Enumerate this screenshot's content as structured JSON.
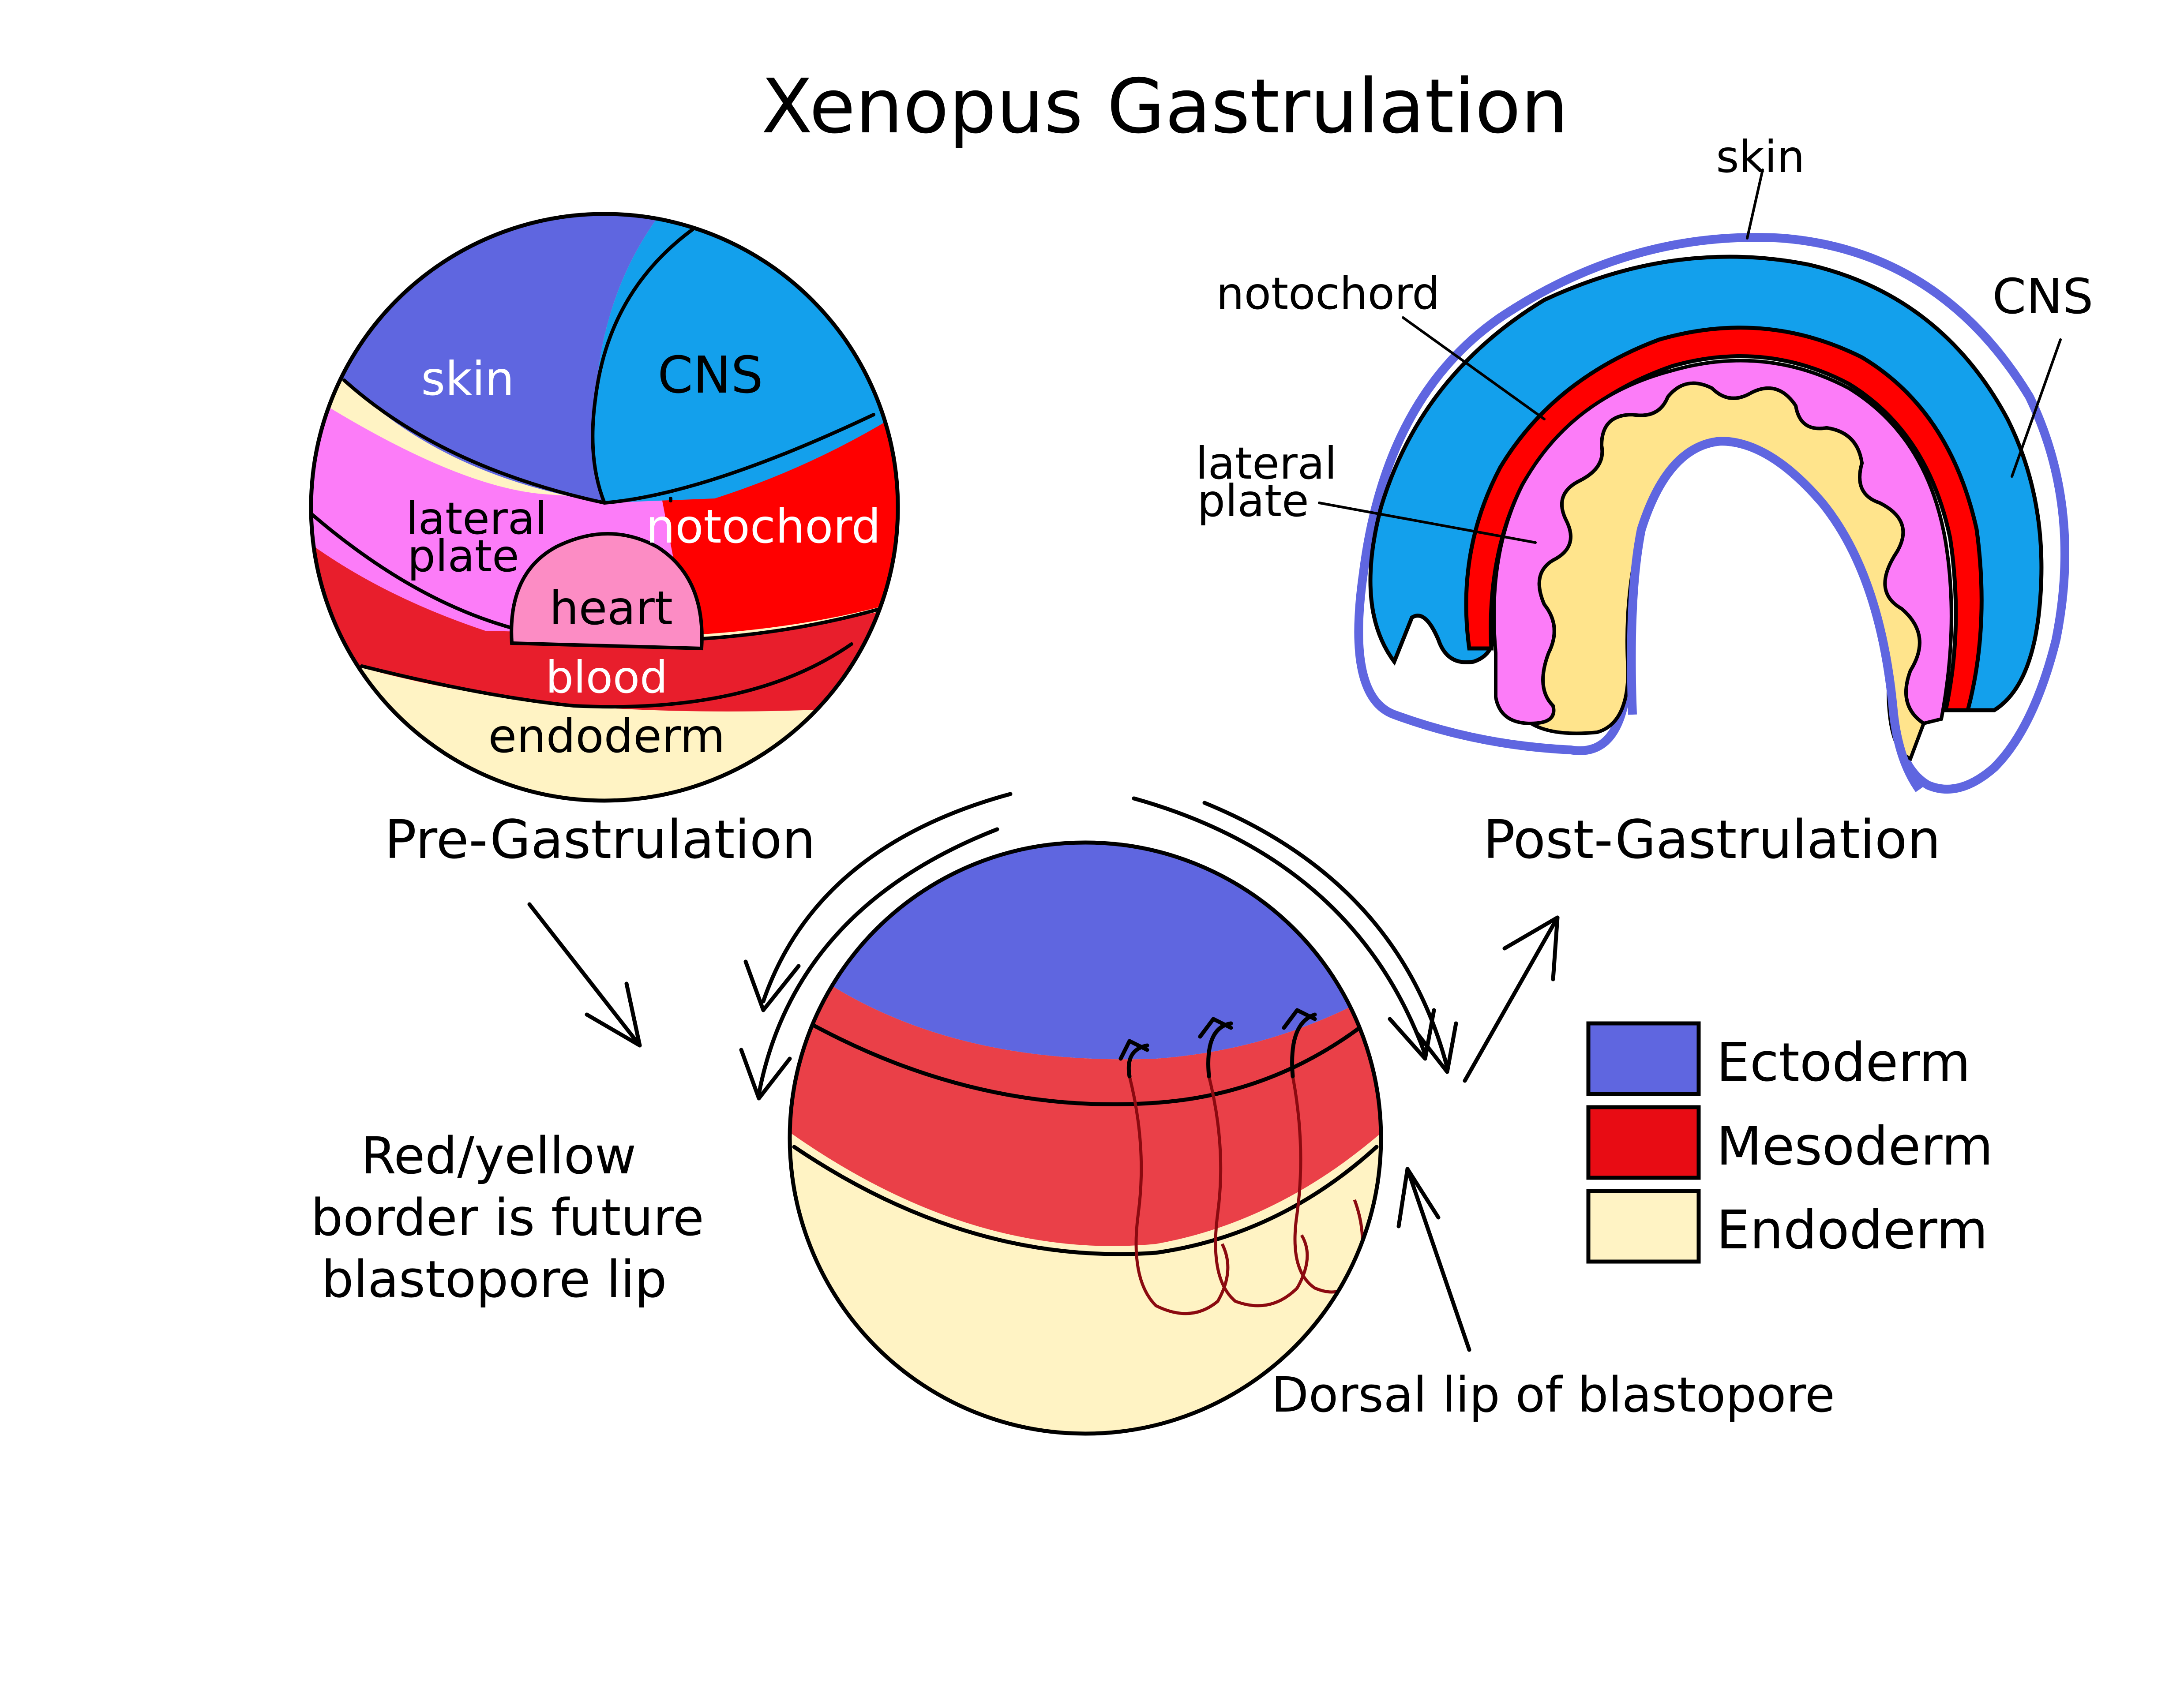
{
  "title": "Xenopus Gastrulation",
  "colors": {
    "ectoderm": "#5f66e0",
    "cns": "#13a0ec",
    "mesoderm_bright": "#ff0000",
    "mesoderm_dark": "#e81e2c",
    "mesoderm_gastrula": "#ea4048",
    "lateral_plate": "#fc7cf8",
    "heart": "#fc8cc4",
    "endoderm": "#fff3c4",
    "endoderm_post": "#ffe48c",
    "legend_ectoderm": "#5f66e0",
    "legend_mesoderm": "#e80c14",
    "legend_endoderm": "#fff3c4"
  },
  "pre": {
    "caption": "Pre-Gastrulation",
    "labels": {
      "skin": "skin",
      "cns": "CNS",
      "lateral_line1": "lateral",
      "lateral_line2": "plate",
      "notochord": "notochord",
      "heart": "heart",
      "blood": "blood",
      "endoderm": "endoderm"
    }
  },
  "post": {
    "caption": "Post-Gastrulation",
    "labels": {
      "skin": "skin",
      "notochord": "notochord",
      "cns": "CNS",
      "lateral_line1": "lateral",
      "lateral_line2": "plate"
    }
  },
  "middle": {
    "note_line1": "Red/yellow",
    "note_line2": "border is future",
    "note_line3": "blastopore lip",
    "dorsal_lip": "Dorsal lip of blastopore"
  },
  "legend": [
    {
      "label": "Ectoderm"
    },
    {
      "label": "Mesoderm"
    },
    {
      "label": "Endoderm"
    }
  ]
}
